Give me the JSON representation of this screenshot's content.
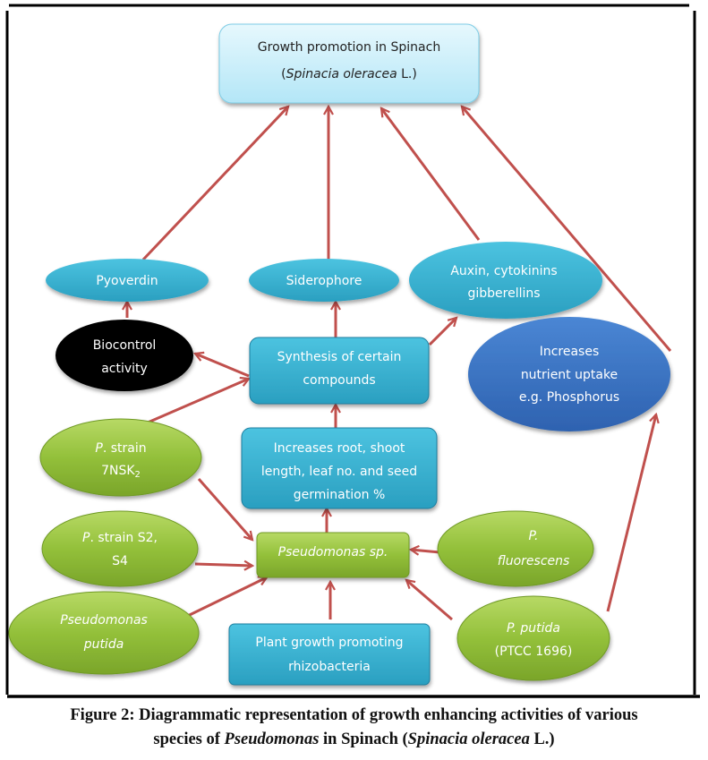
{
  "diagram": {
    "nodes": {
      "growth": {
        "line1": "Growth promotion in Spinach",
        "line2_pre": "(",
        "line2_ital": "Spinacia oleracea",
        "line2_post": " L.)"
      },
      "pyoverdin": {
        "label": "Pyoverdin"
      },
      "siderophore": {
        "label": "Siderophore"
      },
      "auxin": {
        "line1": "Auxin, cytokinins",
        "line2": "gibberellins"
      },
      "biocontrol": {
        "line1": "Biocontrol",
        "line2": "activity"
      },
      "synthesis": {
        "line1": "Synthesis of certain",
        "line2": "compounds"
      },
      "nutrient": {
        "line1": "Increases",
        "line2": "nutrient uptake",
        "line3": "e.g. Phosphorus"
      },
      "strain7nsk": {
        "line1_ital": "P",
        "line1_rest": ". strain",
        "line2": "7NSK",
        "line2_sub": "2"
      },
      "increases_root": {
        "line1": "Increases root, shoot",
        "line2": "length, leaf no. and seed",
        "line3": "germination %"
      },
      "strain_s2": {
        "line1_ital": "P",
        "line1_rest": ". strain S2,",
        "line2": "S4"
      },
      "pseudomonas_sp": {
        "label": "Pseudomonas sp."
      },
      "fluorescens": {
        "line1": "P.",
        "line2": "fluorescens"
      },
      "pseudomonas_putida": {
        "line1": "Pseudomonas",
        "line2": "putida"
      },
      "pgpr": {
        "line1": "Plant growth promoting",
        "line2": "rhizobacteria"
      },
      "p_putida_ptcc": {
        "line1": "P. putida",
        "line2": "(PTCC 1696)"
      }
    },
    "colors": {
      "arrow": "#c0504d",
      "cyan_box": "#31b0d0",
      "green_oval": "#8fbc2f",
      "blue_oval": "#3b73c4",
      "black_oval": "#000000",
      "top_box": "#c9eefa"
    }
  },
  "caption": {
    "line1": "Figure 2: Diagrammatic representation of growth enhancing activities of various",
    "line2_pre": "species of ",
    "line2_ital1": "Pseudomonas",
    "line2_mid": " in Spinach (",
    "line2_ital2": "Spinacia oleracea",
    "line2_post": " L.)"
  }
}
